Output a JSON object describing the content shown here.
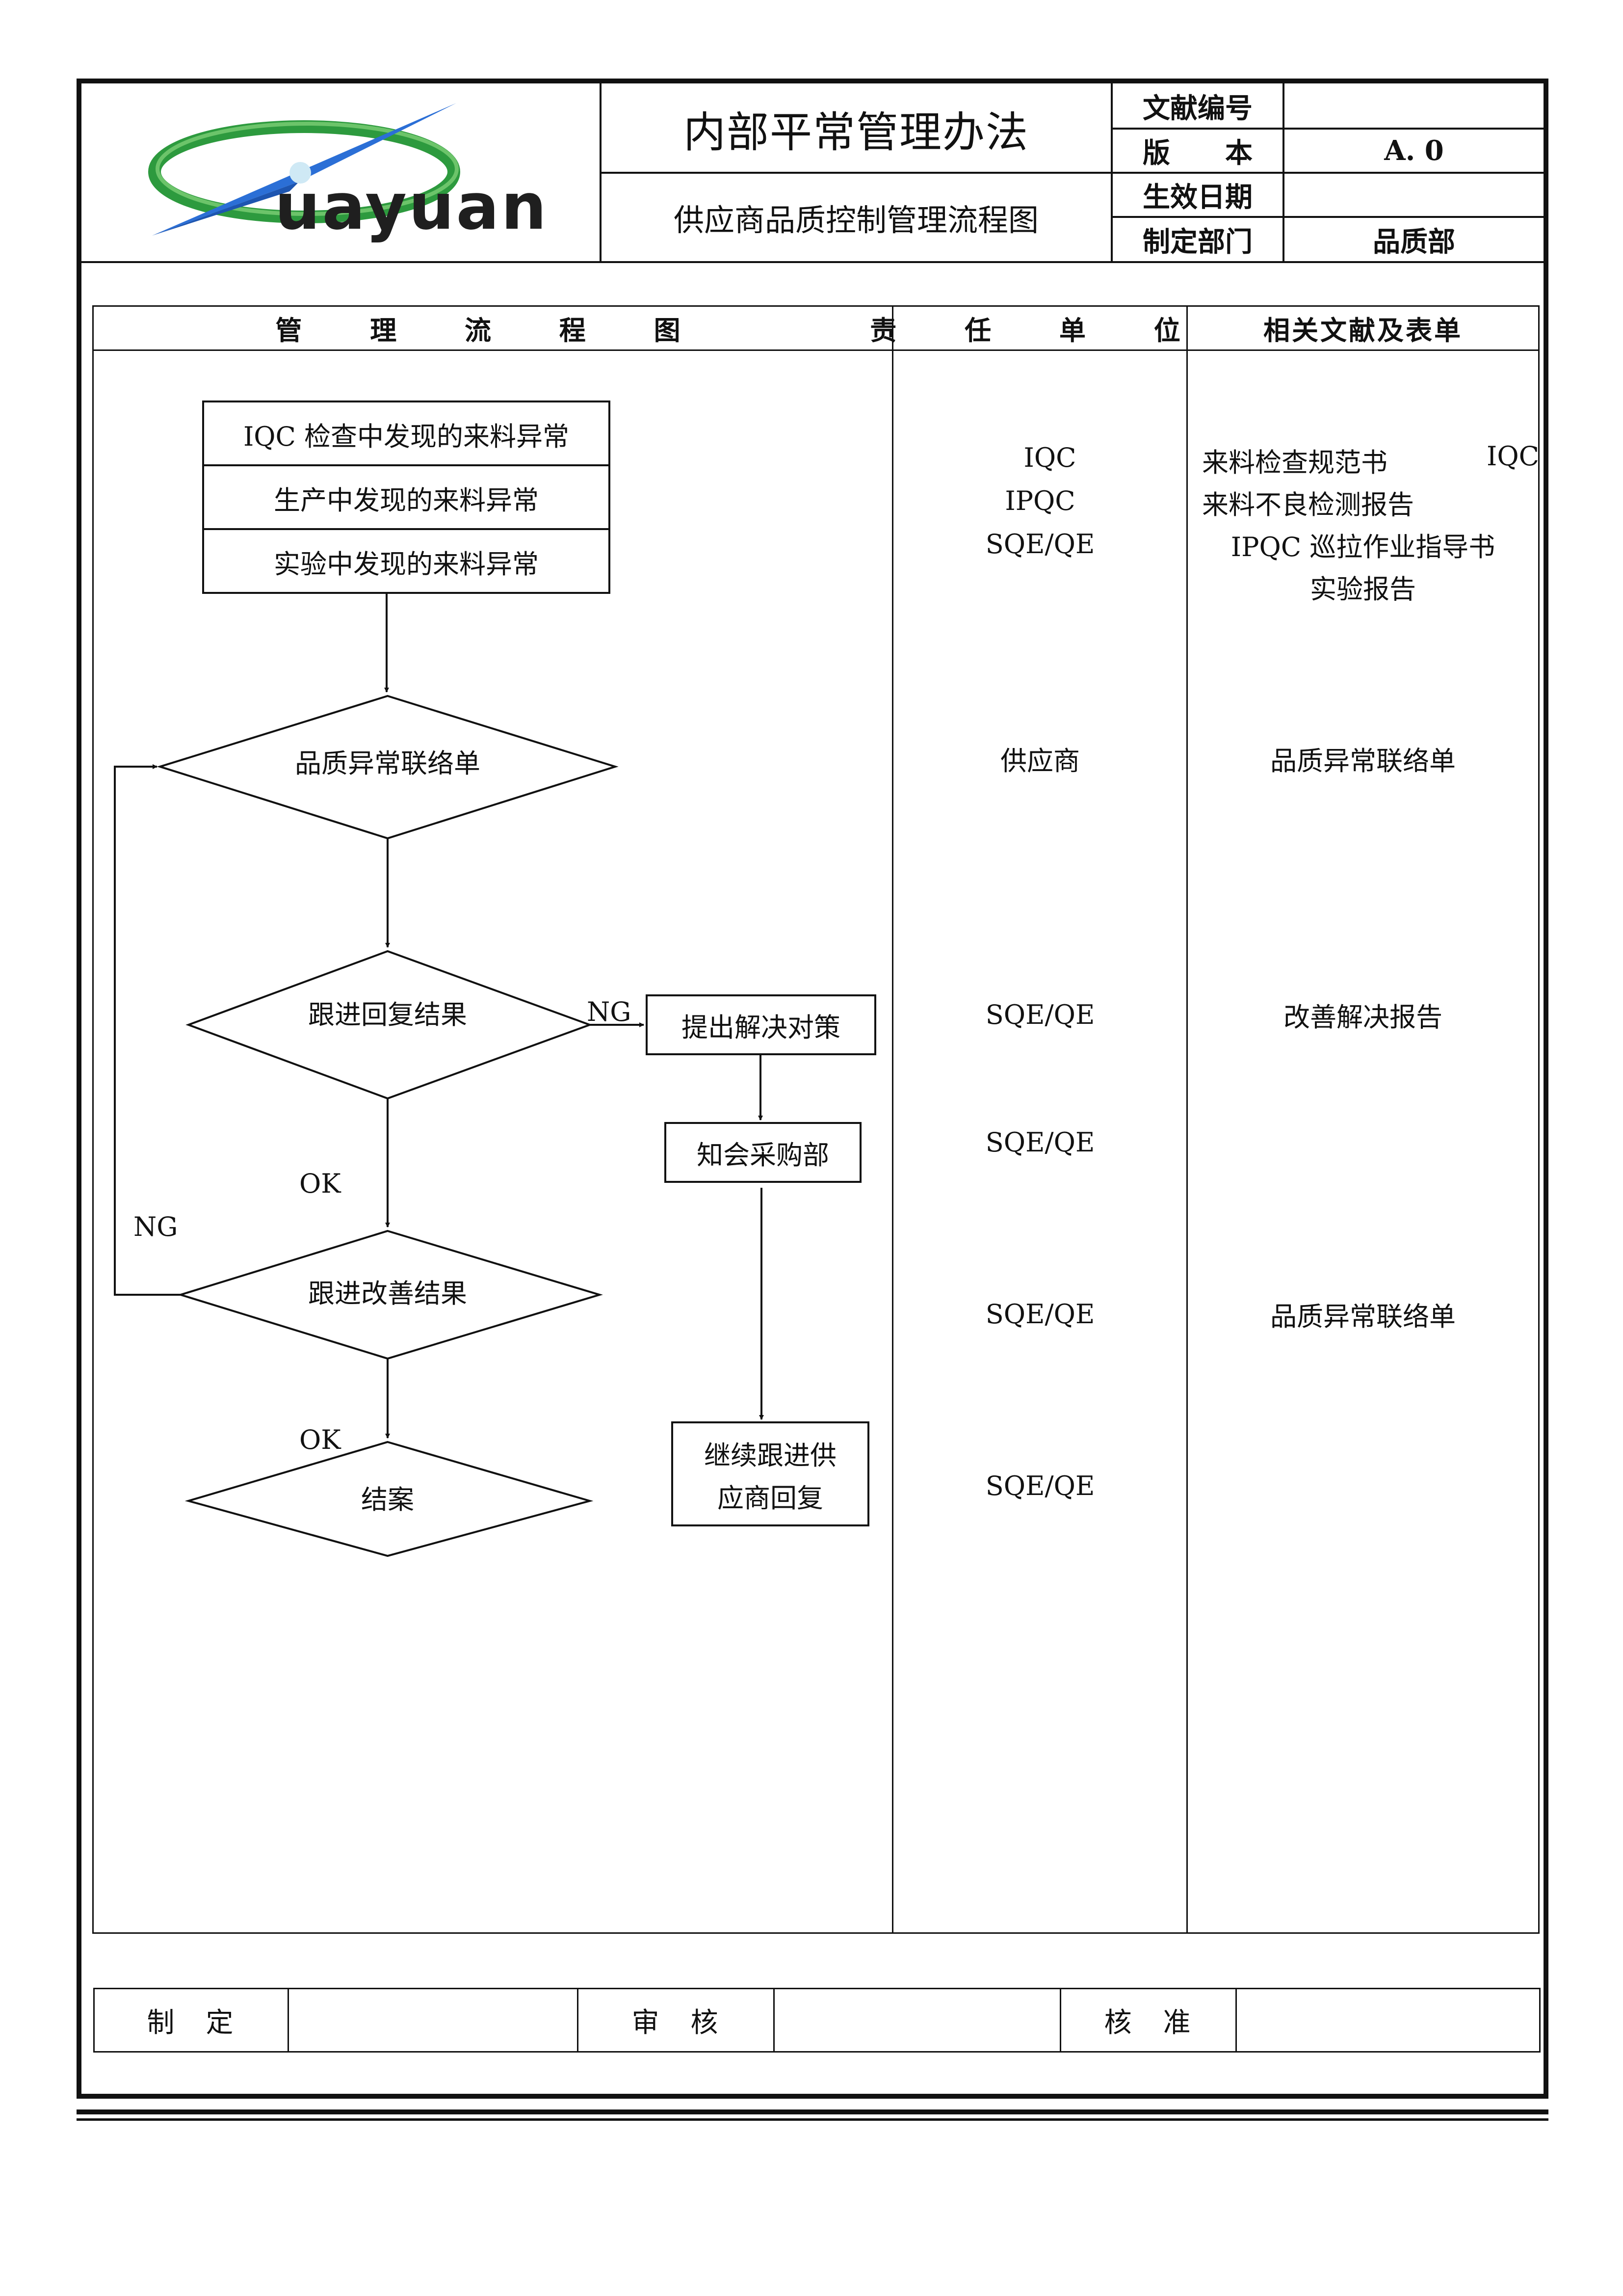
{
  "header": {
    "logo_text": "uayuan",
    "main_title": "内部平常管理办法",
    "sub_title": "供应商品质控制管理流程图",
    "meta": [
      {
        "label": "文献编号",
        "value": ""
      },
      {
        "label": "版　　本",
        "value": "A. 0"
      },
      {
        "label": "生效日期",
        "value": ""
      },
      {
        "label": "制定部门",
        "value": "品质部"
      }
    ]
  },
  "columns": {
    "flow": "管 理 流 程 图",
    "responsible": "责 任 单 位",
    "documents": "相关文献及表单"
  },
  "flowchart": {
    "source_boxes": [
      "IQC 检查中发现的来料异常",
      "生产中发现的来料异常",
      "实验中发现的来料异常"
    ],
    "decision_notice": "品质异常联络单",
    "decision_reply": "跟进回复结果",
    "decision_improve": "跟进改善结果",
    "decision_close": "结案",
    "box_solution": "提出解决对策",
    "box_purchase": "知会采购部",
    "box_follow": [
      "继续跟进供",
      "应商回复"
    ],
    "label_ng_right": "NG",
    "label_ok_1": "OK",
    "label_ng_left": "NG",
    "label_ok_2": "OK"
  },
  "responsible": {
    "r1": [
      "IQC",
      "IPQC",
      "SQE/QE"
    ],
    "r2": "供应商",
    "r3": "SQE/QE",
    "r4": "SQE/QE",
    "r5": "SQE/QE",
    "r6": "SQE/QE"
  },
  "documents": {
    "d1_line1_a": "来料检查规范书",
    "d1_line1_b": "IQC",
    "d1_line2": "来料不良检测报告",
    "d1_line3": "IPQC 巡拉作业指导书",
    "d1_line4": "实验报告",
    "d2": "品质异常联络单",
    "d3": "改善解决报告",
    "d4": "品质异常联络单"
  },
  "signatures": {
    "make": "制　定",
    "review": "审　核",
    "approve": "核　准"
  }
}
